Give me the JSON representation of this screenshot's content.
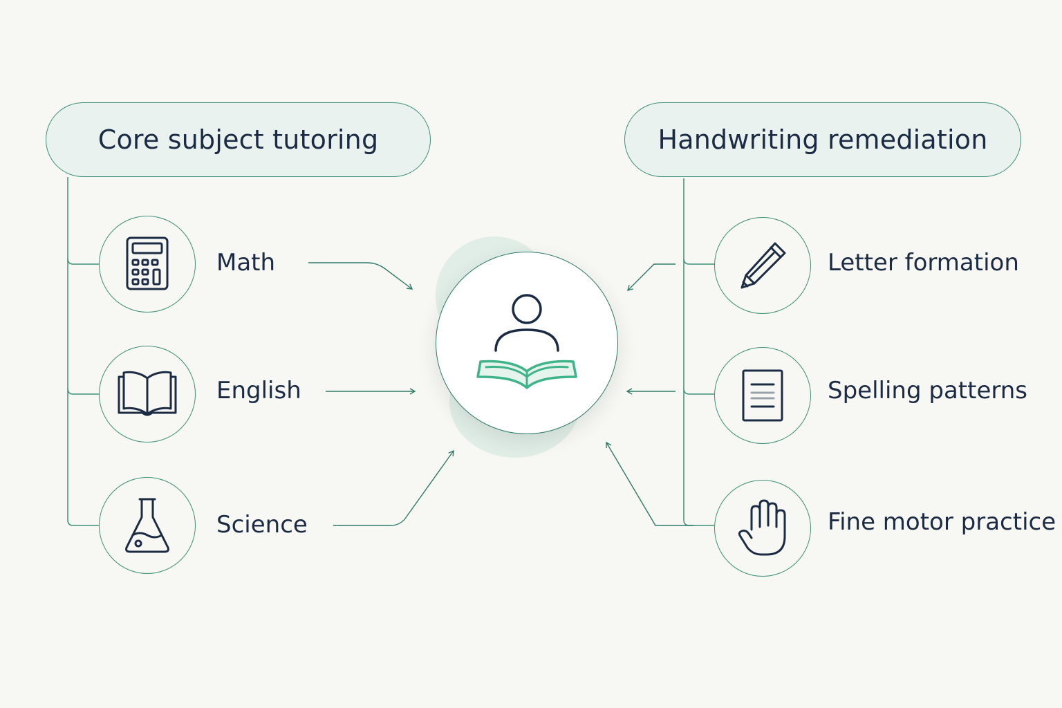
{
  "left_group": {
    "title": "Core subject tutoring",
    "items": [
      {
        "label": "Math",
        "icon": "calculator-icon"
      },
      {
        "label": "English",
        "icon": "open-book-icon"
      },
      {
        "label": "Science",
        "icon": "flask-icon"
      }
    ]
  },
  "right_group": {
    "title": "Handwriting remediation",
    "items": [
      {
        "label": "Letter formation",
        "icon": "pencil-icon"
      },
      {
        "label": "Spelling patterns",
        "icon": "document-icon"
      },
      {
        "label": "Fine motor practice",
        "icon": "hand-icon"
      }
    ]
  },
  "center": {
    "icon": "student-reading-icon"
  },
  "colors": {
    "background": "#f7f7f3",
    "accent": "#3d8f79",
    "accent_light": "#e9f2ee",
    "text": "#1b2b44",
    "book_green": "#3fb38a"
  }
}
